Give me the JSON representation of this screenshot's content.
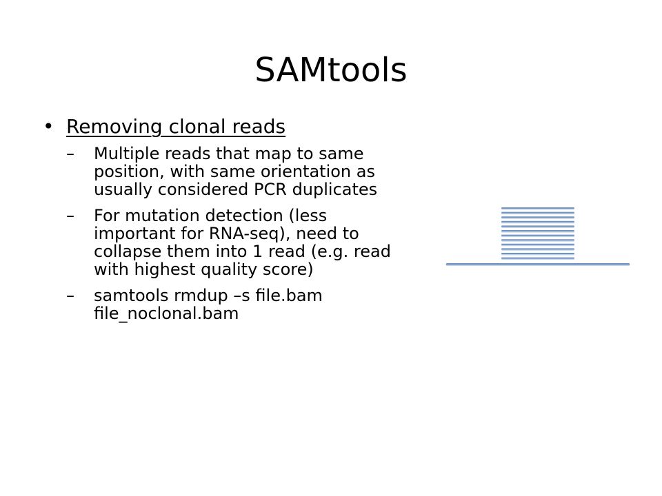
{
  "slide": {
    "title": "SAMtools",
    "bullet": {
      "mark": "•",
      "text": "Removing clonal reads"
    },
    "subitems": [
      {
        "mark": "–",
        "text": "Multiple reads that map to same position, with same orientation as usually considered PCR duplicates"
      },
      {
        "mark": "–",
        "text": "For mutation detection (less important for RNA-seq), need to collapse them into 1 read (e.g. read with highest quality score)"
      },
      {
        "mark": "–",
        "text": "samtools rmdup –s file.bam file_noclonal.bam"
      }
    ]
  },
  "diagram": {
    "stacked_read_count": 12,
    "line_color": "#6f93c2",
    "line_shadow": "#c9d6e8"
  }
}
